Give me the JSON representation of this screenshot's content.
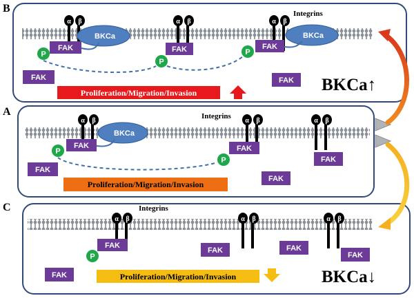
{
  "panels": {
    "B": {
      "letter": "B",
      "integrins_label": "Integrins",
      "status_label": "BKCa↑",
      "bar_text": "Proliferation/Migration/Invasion",
      "bar_color": "#e8191c",
      "arrow_color": "#e8191c",
      "arrow": "up"
    },
    "A": {
      "letter": "A",
      "integrins_label": "Integrins",
      "bar_text": "Proliferation/Migration/Invasion",
      "bar_color": "#ee6e14"
    },
    "C": {
      "letter": "C",
      "integrins_label": "Integrins",
      "status_label": "BKCa↓",
      "bar_text": "Proliferation/Migration/Invasion",
      "bar_color": "#f5bc12",
      "arrow_color": "#f5bc12",
      "arrow": "down"
    }
  },
  "labels": {
    "fak": "FAK",
    "bkca": "BKCa",
    "phospho": "P",
    "alpha": "α",
    "beta": "β"
  },
  "colors": {
    "fak_fill": "#6c3a97",
    "bkca_fill": "#4f7fbf",
    "phospho_fill": "#1fa84a",
    "panel_border": "#2e4a7a",
    "dash": "#3f6fa8"
  }
}
